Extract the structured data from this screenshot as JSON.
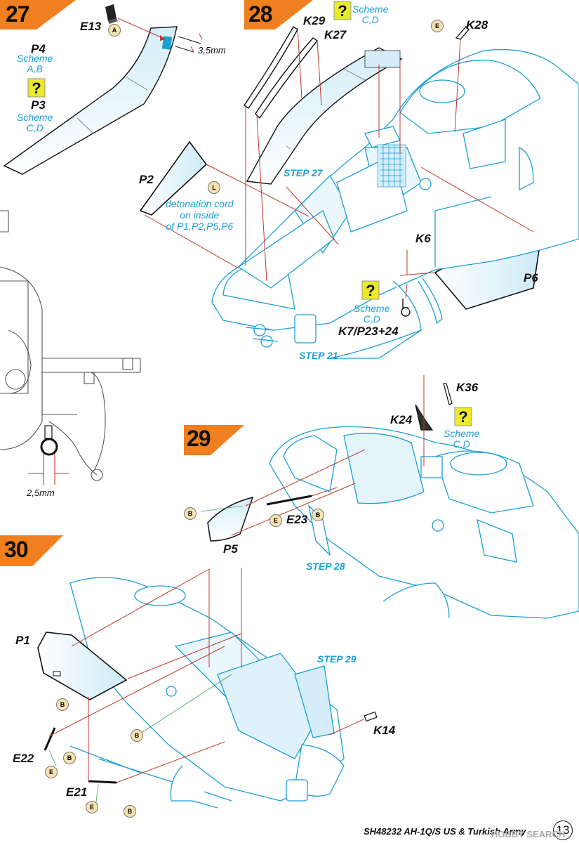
{
  "steps": [
    {
      "number": "27"
    },
    {
      "number": "28"
    },
    {
      "number": "29"
    },
    {
      "number": "30"
    }
  ],
  "colors": {
    "accent": "#f07f1f",
    "canopy": "#1a9fd6",
    "glass": "#d9f0fa",
    "line": "#111111"
  },
  "icons": [
    "scheme-question-icon",
    "glue-drop-icon"
  ],
  "labels": {
    "E13": "E13",
    "P4": "P4",
    "P3": "P3",
    "P2": "P2",
    "P6": "P6",
    "P5": "P5",
    "P1": "P1",
    "K29": "K29",
    "K27": "K27",
    "K28": "K28",
    "K6": "K6",
    "K7": "K7/P23+24",
    "K36": "K36",
    "K24": "K24",
    "E23": "E23",
    "E22": "E22",
    "E21": "E21",
    "K14": "K14"
  },
  "schemes": {
    "ab": "Scheme\nA,B",
    "cd": "Scheme\nC,D"
  },
  "dimensions": {
    "d35": "3,5mm",
    "d25": "2,5mm"
  },
  "steprefs": {
    "s27": "STEP 27",
    "s21": "STEP 21",
    "s28": "STEP 28",
    "s29": "STEP 29"
  },
  "note": "detonation cord\non inside\nof P1,P2,P5,P6",
  "glue_letters": {
    "A": "A",
    "B": "B",
    "E": "E",
    "L": "L"
  },
  "footer": {
    "title": "SH48232 AH-1Q/S US & Turkish Army",
    "page": "13",
    "watermark": "HOBBY SEARCH"
  }
}
